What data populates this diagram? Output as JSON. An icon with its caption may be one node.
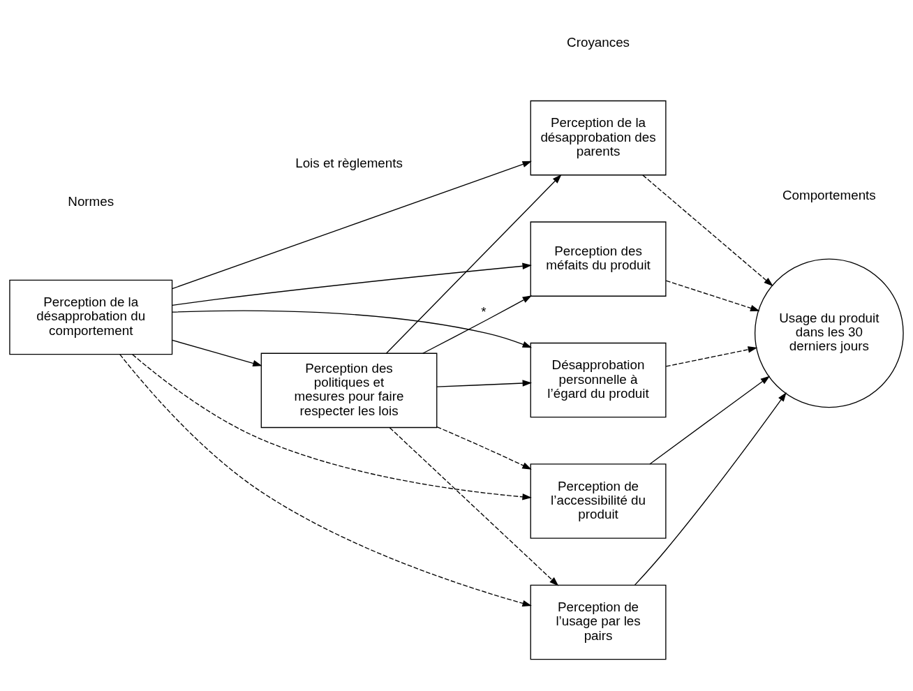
{
  "diagram": {
    "nodes": [
      {
        "text": [
          "Perception de la désapprobation du comportement"
        ]
      },
      {
        "text": [
          "Perception des politiques et mesures pour faire respecter les lois"
        ]
      },
      {
        "text": [
          "Perception de la désapprobation des parents"
        ]
      },
      {
        "text": [
          "Perception des méfaits du produit"
        ]
      },
      {
        "text": [
          "Désapprobation personnelle à l’égard du produit"
        ]
      },
      {
        "text": [
          "Perception de l’accessibilité du produit"
        ]
      },
      {
        "text": [
          "Perception de l’usage par les pairs"
        ]
      },
      {
        "text": [
          "Usage du produit dans les 30 derniers jours"
        ]
      }
    ],
    "edges": [
      {
        "from": 0,
        "to": 2,
        "arrow": "to"
      },
      {
        "from": 0,
        "to": 3,
        "arrow": "to"
      },
      {
        "from": 0,
        "to": 1,
        "arrow": "to"
      },
      {
        "from": 0,
        "to": 4,
        "arrow": "to"
      },
      {
        "from": 0,
        "to": 5,
        "arrow": "to",
        "style": "dashed"
      },
      {
        "from": 0,
        "to": 6,
        "arrow": "to",
        "style": "dashed"
      },
      {
        "from": 1,
        "to": 2,
        "arrow": "to"
      },
      {
        "from": 1,
        "to": 3,
        "arrow": "to",
        "label": "*"
      },
      {
        "from": 1,
        "to": 4,
        "arrow": "to"
      },
      {
        "from": 1,
        "to": 5,
        "arrow": "to",
        "style": "dashed"
      },
      {
        "from": 1,
        "to": 6,
        "arrow": "to",
        "style": "dashed"
      },
      {
        "from": 2,
        "to": 7,
        "arrow": "to",
        "style": "dashed"
      },
      {
        "from": 3,
        "to": 7,
        "arrow": "to",
        "style": "dashed"
      },
      {
        "from": 4,
        "to": 7,
        "arrow": "to",
        "style": "dashed"
      },
      {
        "from": 5,
        "to": 7,
        "arrow": "to"
      },
      {
        "from": 6,
        "to": 7,
        "arrow": "to"
      }
    ],
    "labels": [
      "Normes",
      "Lois et règlements",
      "Croyances",
      "Comportements"
    ]
  }
}
